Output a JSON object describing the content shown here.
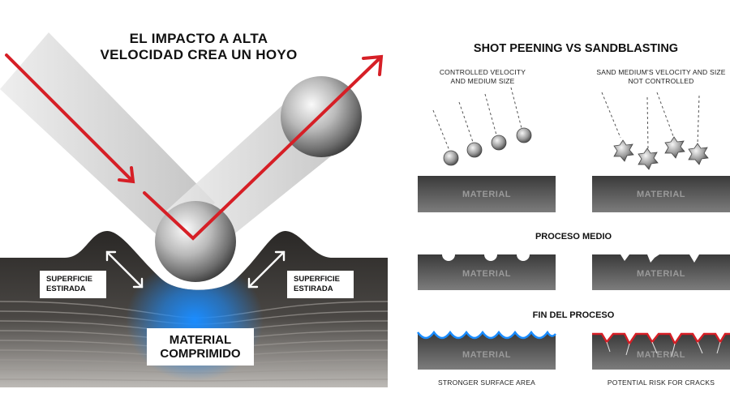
{
  "left": {
    "title": "EL IMPACTO A ALTA VELOCIDAD CREA UN HOYO",
    "stretched_label": "SUPERFICIE ESTIRADA",
    "compressed_label": "MATERIAL COMPRIMIDO"
  },
  "right": {
    "title": "SHOT PEENING VS SANDBLASTING",
    "shot_caption": "CONTROLLED VELOCITY AND MEDIUM SIZE",
    "sand_caption": "SAND MEDIUM'S VELOCITY AND SIZE NOT CONTROLLED",
    "material_label": "MATERIAL",
    "stage_middle": "PROCESO MEDIO",
    "stage_end": "FIN DEL PROCESO",
    "shot_result": "STRONGER SURFACE AREA",
    "sand_result": "POTENTIAL RISK FOR CRACKS"
  },
  "colors": {
    "arrow_red": "#d61f26",
    "compression_blue": "#1a8cff",
    "material_dark": "#2b2b2b",
    "material_gray": "#555555"
  }
}
